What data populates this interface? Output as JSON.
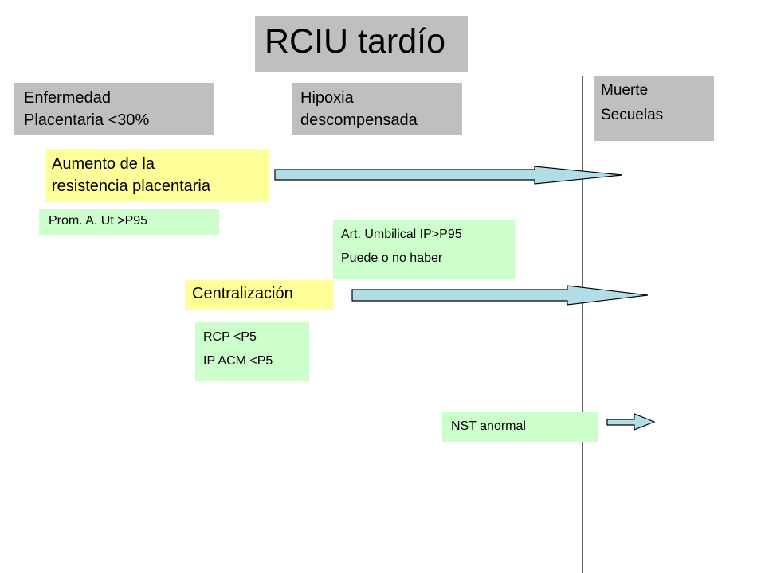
{
  "title": "RCIU tardío",
  "stage_headers": {
    "enfermedad": [
      "Enfermedad",
      "Placentaria <30%"
    ],
    "hipoxia": [
      "Hipoxia",
      "descompensada"
    ],
    "outcome": [
      "Muerte",
      "Secuelas"
    ]
  },
  "aumento": [
    "Aumento de la",
    "resistencia placentaria"
  ],
  "prom": "Prom. A. Ut >P95",
  "art": [
    "Art. Umbilical IP>P95",
    "Puede o no haber"
  ],
  "centralizacion": "Centralización",
  "rcp": [
    "RCP <P5",
    "IP ACM <P5"
  ],
  "nst": "NST anormal",
  "colors": {
    "gray": "#bfbfbf",
    "yellow": "#ffff99",
    "green": "#ccffcc",
    "arrow_fill": "#b3dde6"
  }
}
